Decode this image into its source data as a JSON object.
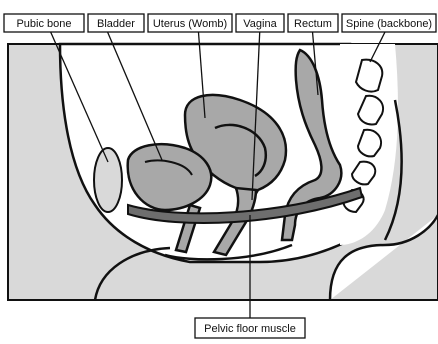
{
  "labels": {
    "pubic_bone": "Pubic bone",
    "bladder": "Bladder",
    "uterus": "Uterus (Womb)",
    "vagina": "Vagina",
    "rectum": "Rectum",
    "spine": "Spine (backbone)",
    "pelvic_floor_muscle": "Pelvic floor muscle"
  },
  "colors": {
    "panel_background": "#d9d9d9",
    "tissue_white": "#ffffff",
    "organ_grey": "#a8a8a8",
    "muscle_dark": "#6e6e6e",
    "outline": "#111111"
  }
}
